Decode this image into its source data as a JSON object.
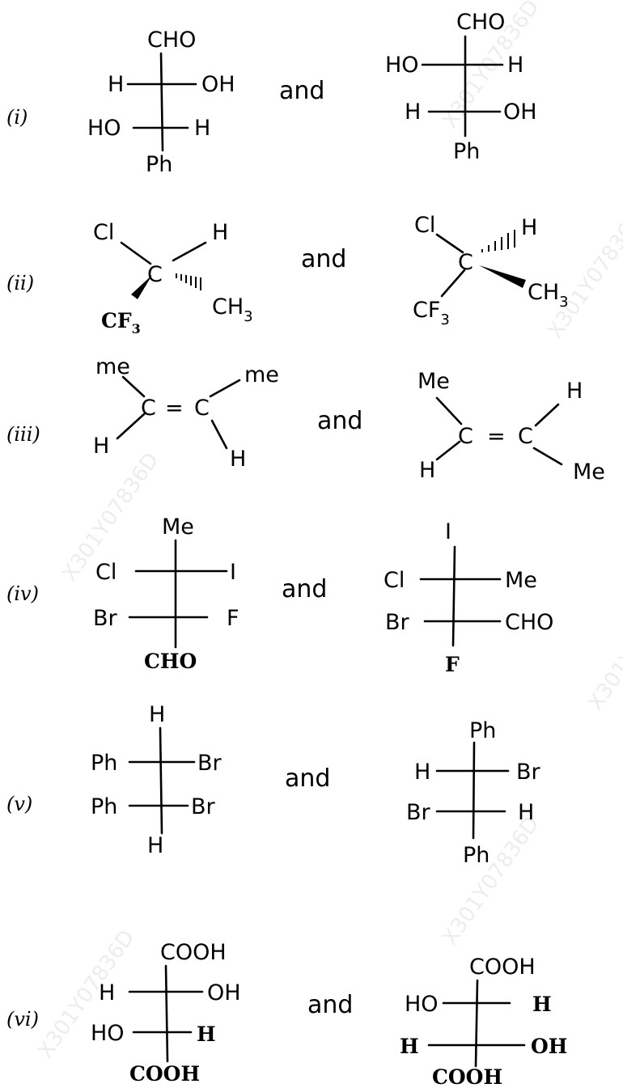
{
  "watermark": "X301Y07836D",
  "and_label": "and",
  "pairs": [
    {
      "roman": "(i)",
      "left": {
        "top": "CHO",
        "r1l": "H",
        "r1r": "OH",
        "r2l": "HO",
        "r2r": "H",
        "bottom": "Ph"
      },
      "right": {
        "top": "CHO",
        "r1l": "HO",
        "r1r": "H",
        "r2l": "H",
        "r2r": "OH",
        "bottom": "Ph"
      }
    },
    {
      "roman": "(ii)",
      "left": {
        "c": "C",
        "ul": "Cl",
        "ur": "H",
        "rr": "CH",
        "rr_sub": "3",
        "ll": "CF",
        "ll_sub": "3"
      },
      "right": {
        "c": "C",
        "ul": "Cl",
        "ur": "H",
        "rr": "CH",
        "rr_sub": "3",
        "ll": "CF",
        "ll_sub": "3"
      }
    },
    {
      "roman": "(iii)",
      "left": {
        "c1": "C",
        "eq": "=",
        "c2": "C",
        "ul": "me",
        "ll": "H",
        "ur": "me",
        "lr": "H"
      },
      "right": {
        "c1": "C",
        "eq": "=",
        "c2": "C",
        "ul": "Me",
        "ll": "H",
        "ur": "H",
        "lr": "Me"
      }
    },
    {
      "roman": "(iv)",
      "left": {
        "top": "Me",
        "r1l": "Cl",
        "r1r": "I",
        "r2l": "Br",
        "r2r": "F",
        "bottom": "CHO"
      },
      "right": {
        "top": "I",
        "r1l": "Cl",
        "r1r": "Me",
        "r2l": "Br",
        "r2r": "CHO",
        "bottom": "F"
      }
    },
    {
      "roman": "(v)",
      "left": {
        "top": "H",
        "r1l": "Ph",
        "r1r": "Br",
        "r2l": "Ph",
        "r2r": "Br",
        "bottom": "H"
      },
      "right": {
        "top": "Ph",
        "r1l": "H",
        "r1r": "Br",
        "r2l": "Br",
        "r2r": "H",
        "bottom": "Ph"
      }
    },
    {
      "roman": "(vi)",
      "left": {
        "top": "COOH",
        "r1l": "H",
        "r1r": "OH",
        "r2l": "HO",
        "r2r": "H",
        "bottom": "COOH"
      },
      "right": {
        "top": "COOH",
        "r1l": "HO",
        "r1r": "H",
        "r2l": "H",
        "r2r": "OH",
        "bottom": "COOH"
      }
    }
  ]
}
